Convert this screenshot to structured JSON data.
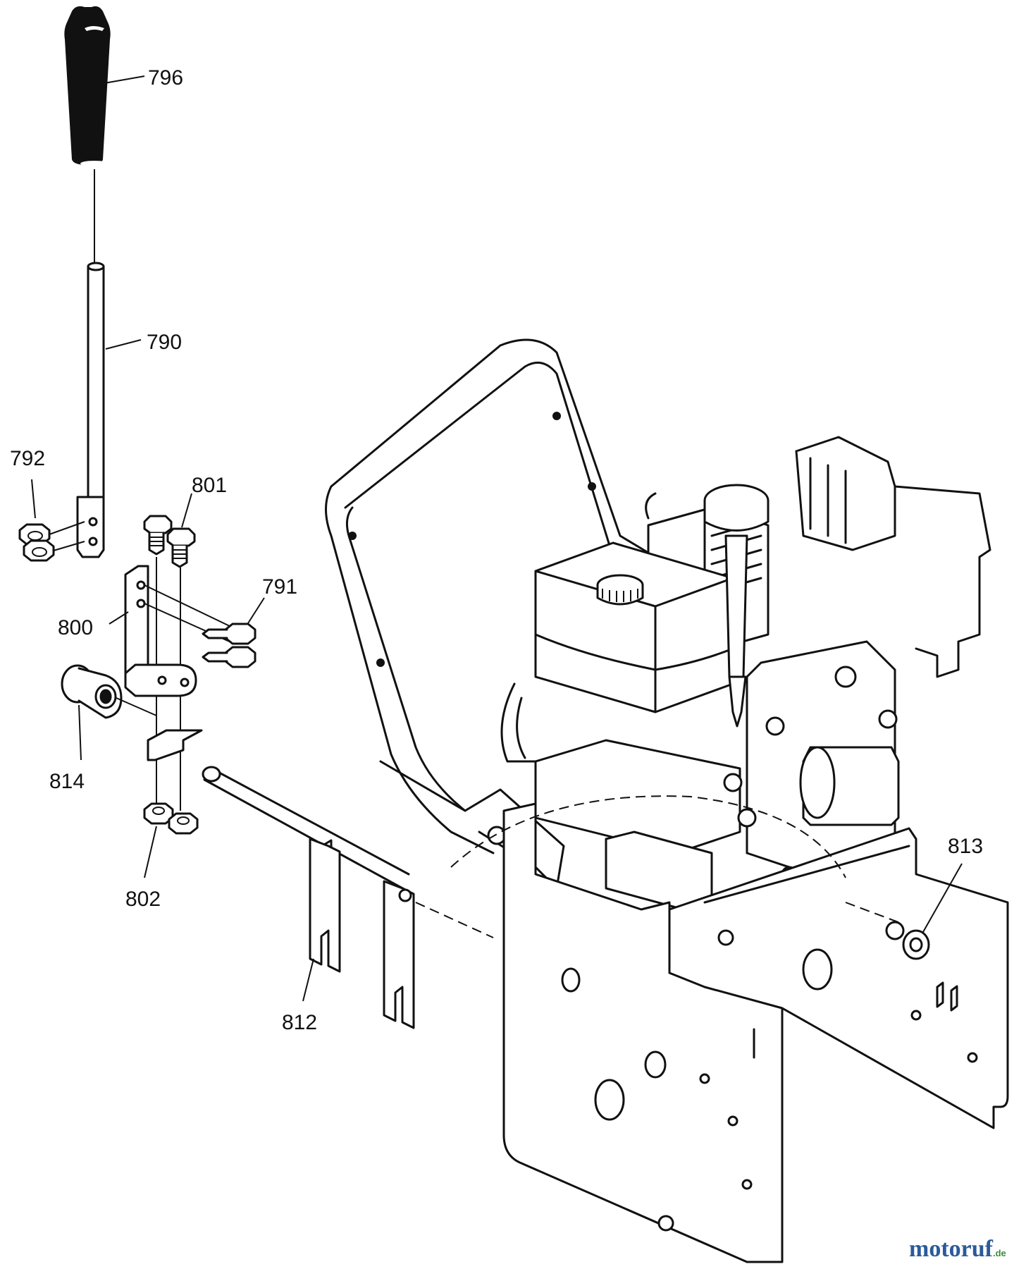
{
  "labels": {
    "p796": "796",
    "p790": "790",
    "p792": "792",
    "p801": "801",
    "p791": "791",
    "p800": "800",
    "p814": "814",
    "p802": "802",
    "p812": "812",
    "p813": "813"
  },
  "watermark": {
    "main": "motoruf",
    "suffix": ".de"
  },
  "colors": {
    "line": "#111111",
    "watermark_blue": "#2a5a9a",
    "watermark_green": "#3c8a3c"
  }
}
